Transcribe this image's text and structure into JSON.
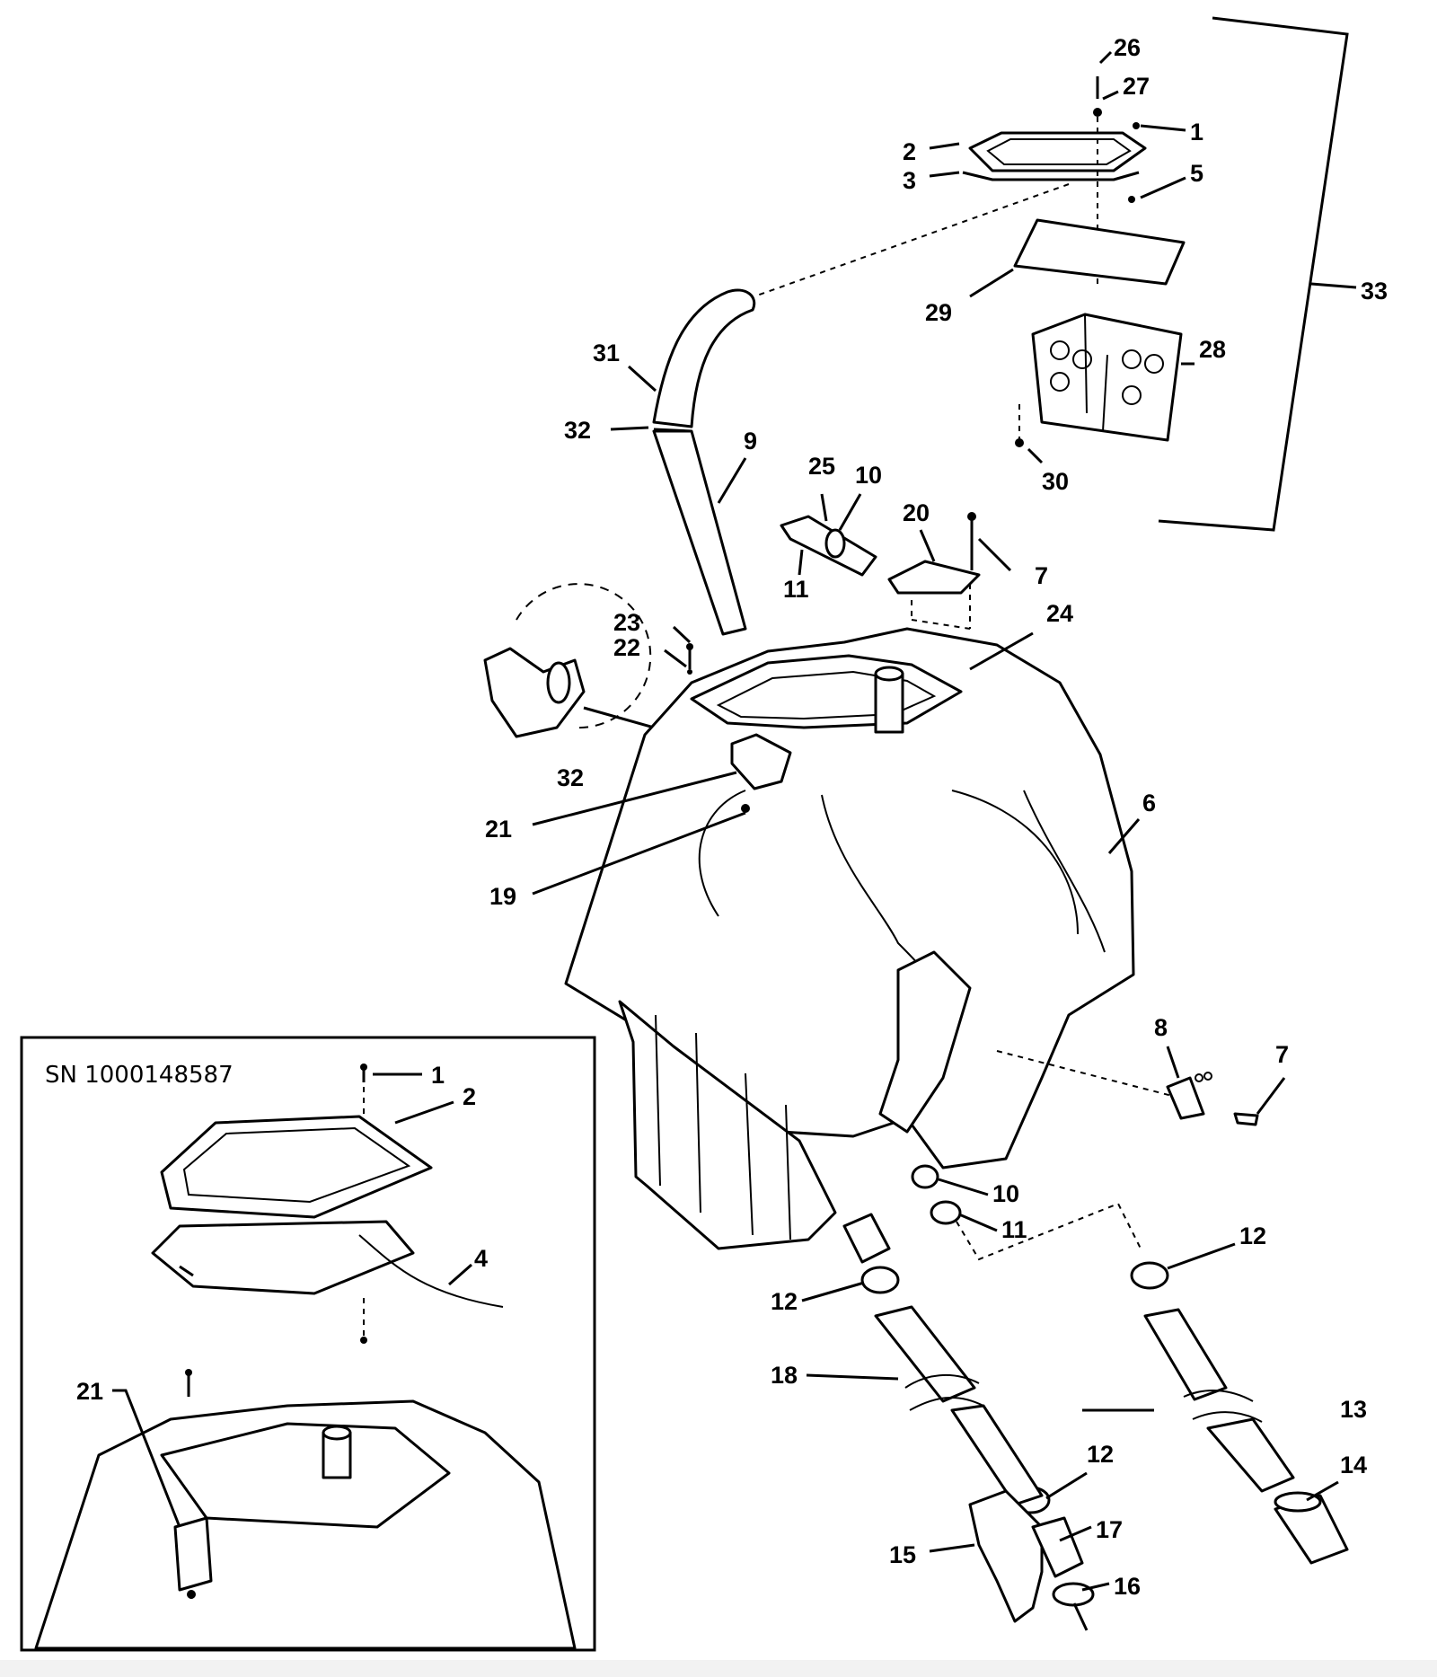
{
  "inset": {
    "title": "SN 1000148587"
  },
  "callouts": {
    "c1": "1",
    "c2": "2",
    "c3": "3",
    "c5": "5",
    "c6": "6",
    "c7a": "7",
    "c7b": "7",
    "c8": "8",
    "c9": "9",
    "c10a": "10",
    "c10b": "10",
    "c11a": "11",
    "c11b": "11",
    "c12a": "12",
    "c12b": "12",
    "c12c": "12",
    "c13": "13",
    "c14": "14",
    "c15": "15",
    "c16": "16",
    "c17": "17",
    "c18": "18",
    "c19": "19",
    "c20": "20",
    "c21": "21",
    "c22": "22",
    "c23": "23",
    "c24": "24",
    "c25": "25",
    "c26": "26",
    "c27": "27",
    "c28": "28",
    "c29": "29",
    "c30": "30",
    "c31": "31",
    "c32a": "32",
    "c32b": "32",
    "c33": "33",
    "i1": "1",
    "i2": "2",
    "i4": "4",
    "i21": "21"
  }
}
